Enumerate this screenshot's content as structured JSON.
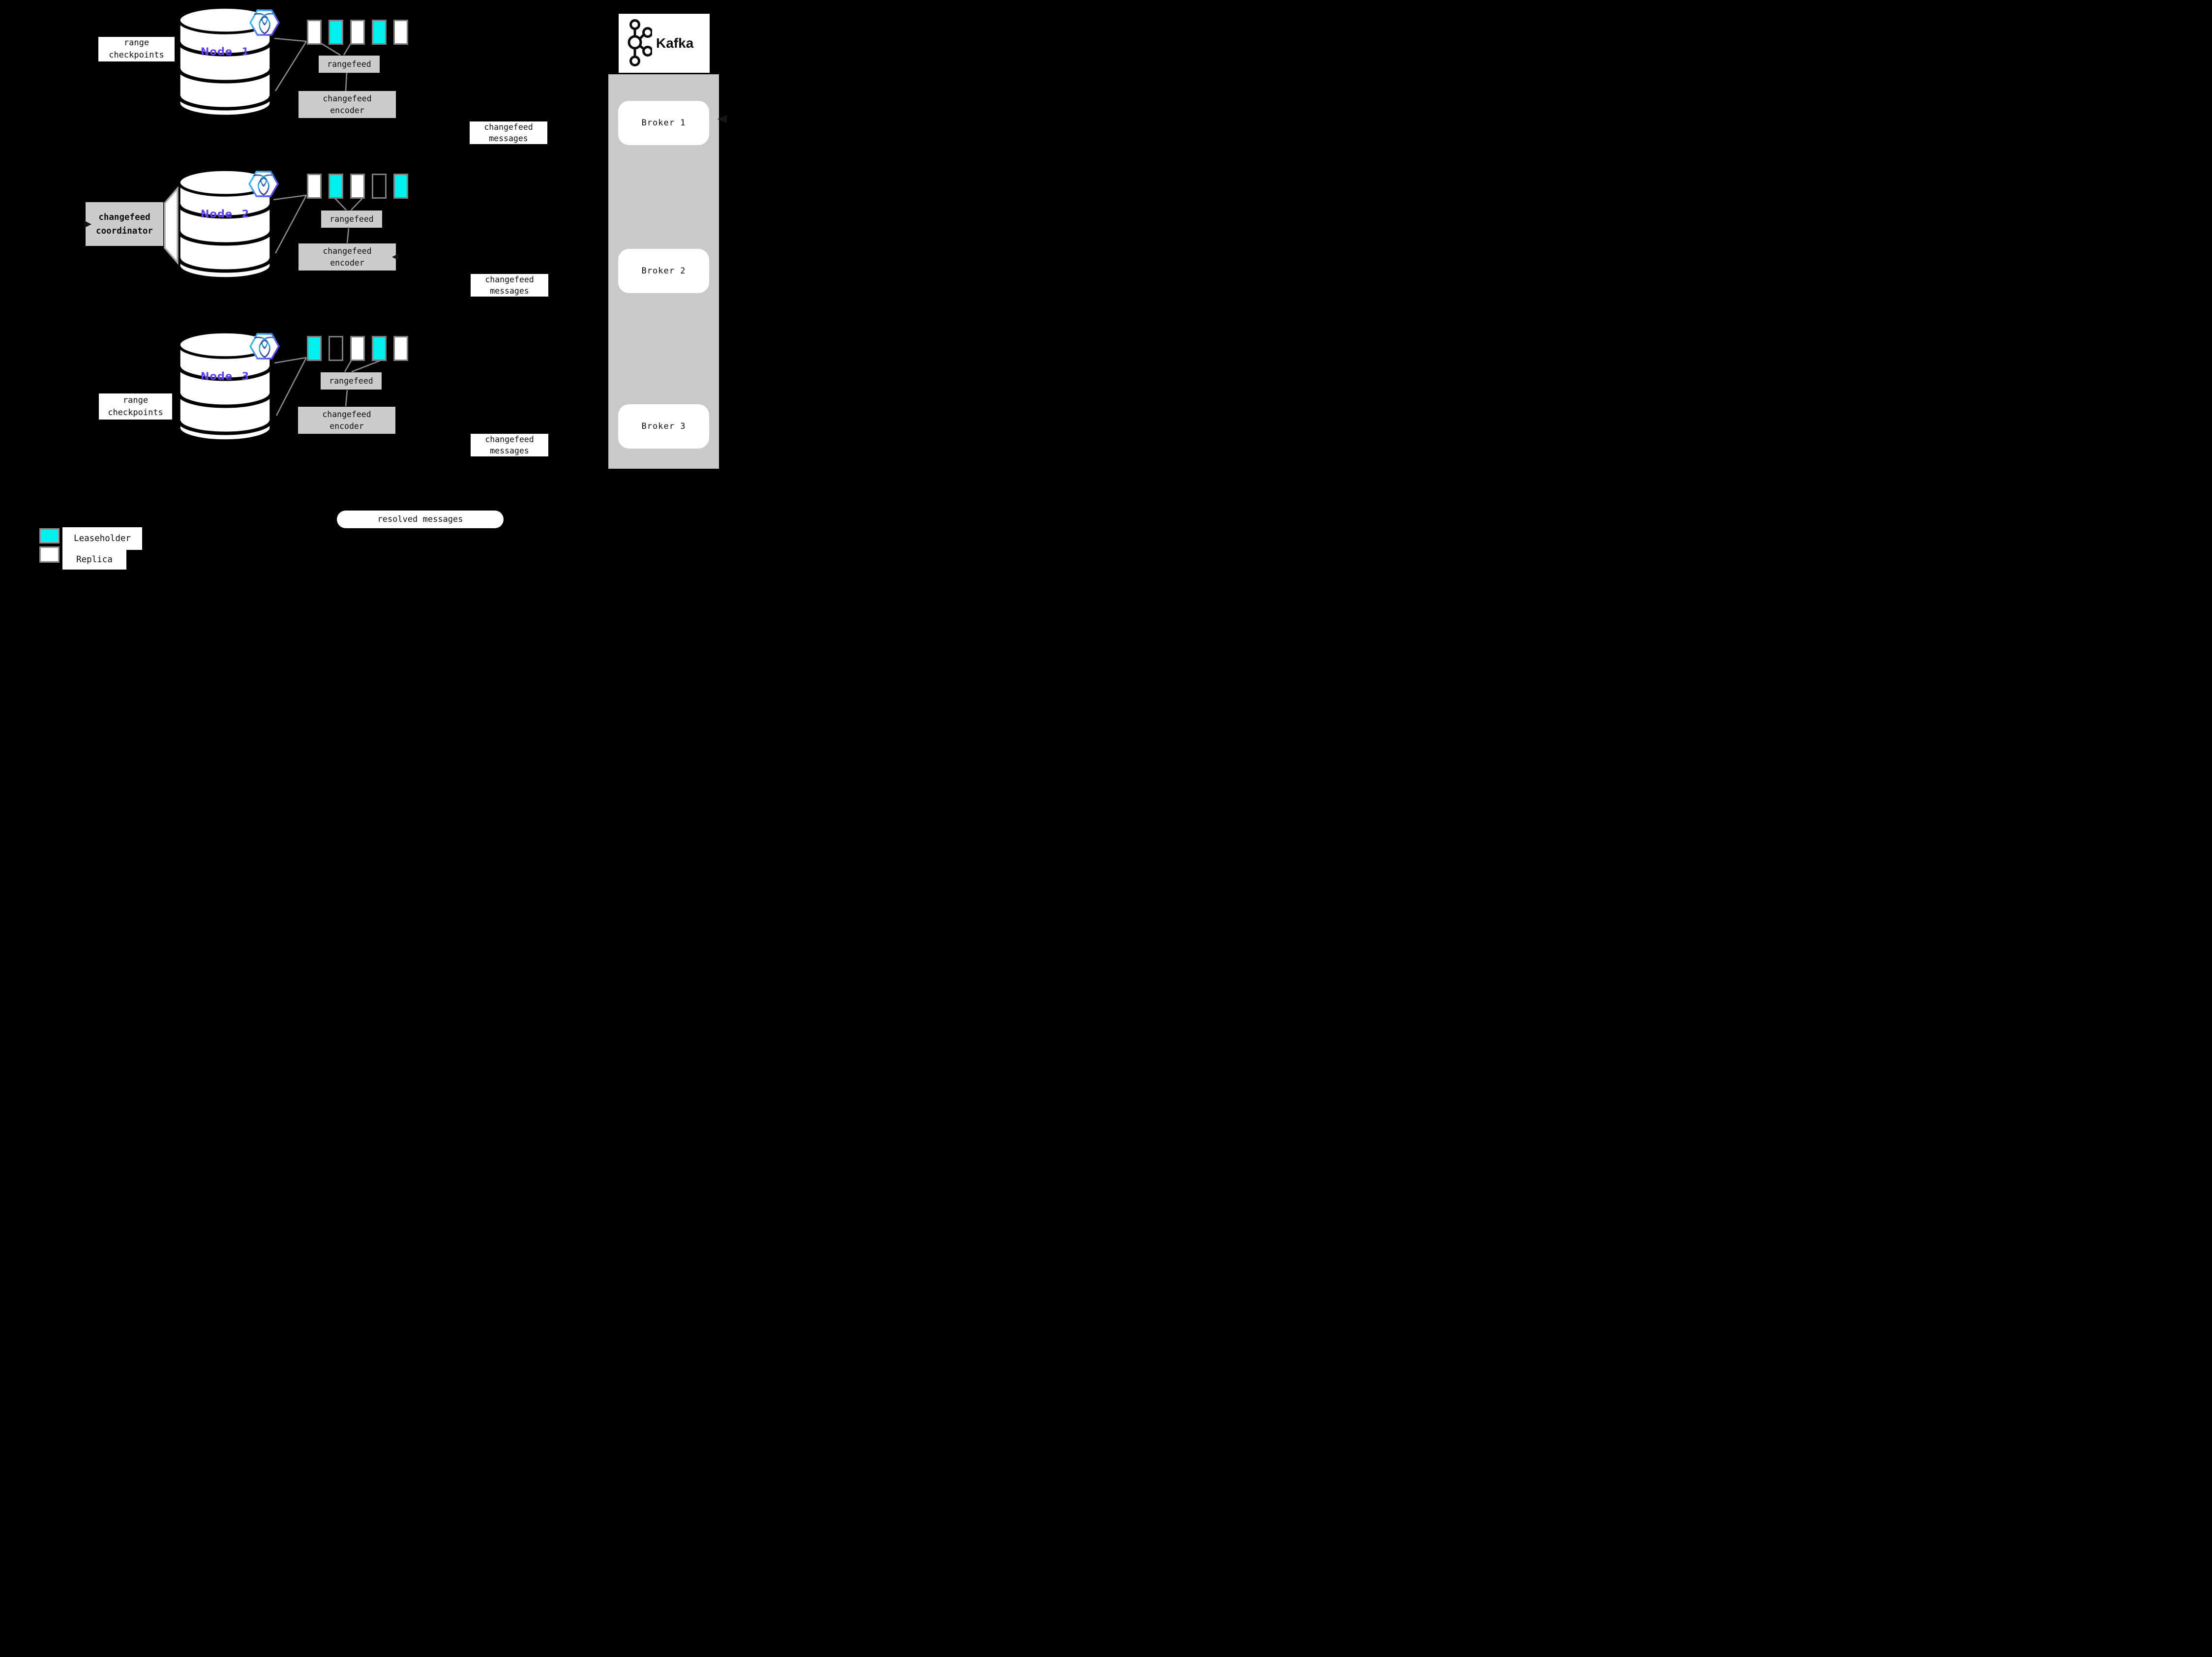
{
  "colors": {
    "background": "#000000",
    "leaseholder_fill": "#00F0F0",
    "replica_fill": "#FFFFFF",
    "range_border_gray": "#7D7D7D",
    "box_gray": "#CCCCCC",
    "kafka_panel_gray": "#C9C9C9",
    "connector_gray": "#8A8A8A",
    "node_label_purple": "#6142EC",
    "hex_gradient_start": "#3AD9F0",
    "hex_gradient_end": "#5A45E8"
  },
  "labels": {
    "range_checkpoints": [
      "range",
      "checkpoints"
    ],
    "rangefeed": "rangefeed",
    "changefeed_encoder": [
      "changefeed",
      "encoder"
    ],
    "changefeed_messages": [
      "changefeed",
      "messages"
    ],
    "changefeed_coordinator": [
      "changefeed",
      "coordinator"
    ],
    "resolved_messages": "resolved messages"
  },
  "nodes": [
    {
      "label": "Node 1",
      "ranges": [
        "replica",
        "leaseholder",
        "replica",
        "leaseholder",
        "replica"
      ]
    },
    {
      "label": "Node 2",
      "ranges": [
        "replica",
        "leaseholder",
        "replica",
        "empty",
        "leaseholder"
      ]
    },
    {
      "label": "Node 3",
      "ranges": [
        "leaseholder",
        "empty",
        "replica",
        "leaseholder",
        "replica"
      ]
    }
  ],
  "kafka": {
    "title": "Kafka",
    "brokers": [
      "Broker 1",
      "Broker 2",
      "Broker 3"
    ]
  },
  "legend": {
    "leaseholder": "Leaseholder",
    "replica": "Replica"
  }
}
